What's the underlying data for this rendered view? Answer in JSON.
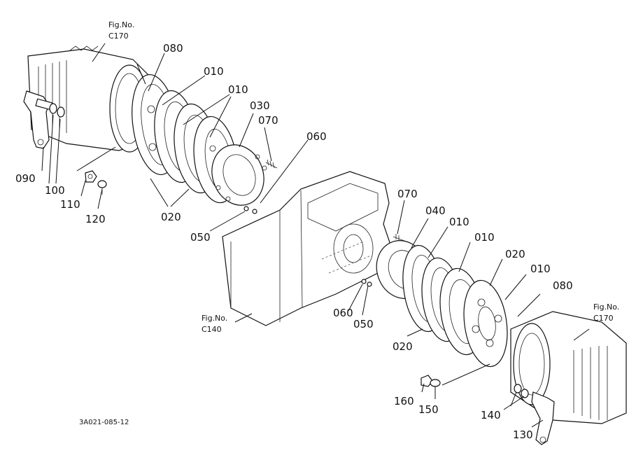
{
  "figure_refs": {
    "top_left": {
      "line1": "Fig.No.",
      "line2": "C170"
    },
    "center": {
      "line1": "Fig.No.",
      "line2": "C140"
    },
    "right": {
      "line1": "Fig.No.",
      "line2": "C170"
    }
  },
  "part_labels": {
    "l080a": "080",
    "l010a": "010",
    "l010b": "010",
    "l030": "030",
    "l070a": "070",
    "l060a": "060",
    "l090": "090",
    "l100": "100",
    "l110": "110",
    "l120": "120",
    "l020a": "020",
    "l050a": "050",
    "l070b": "070",
    "l040": "040",
    "l010c": "010",
    "l010d": "010",
    "l020b": "020",
    "l010e": "010",
    "l080b": "080",
    "l060b": "060",
    "l050b": "050",
    "l020c": "020",
    "l160": "160",
    "l150": "150",
    "l140": "140",
    "l130": "130"
  },
  "drawing_code": "3A021-085-12"
}
